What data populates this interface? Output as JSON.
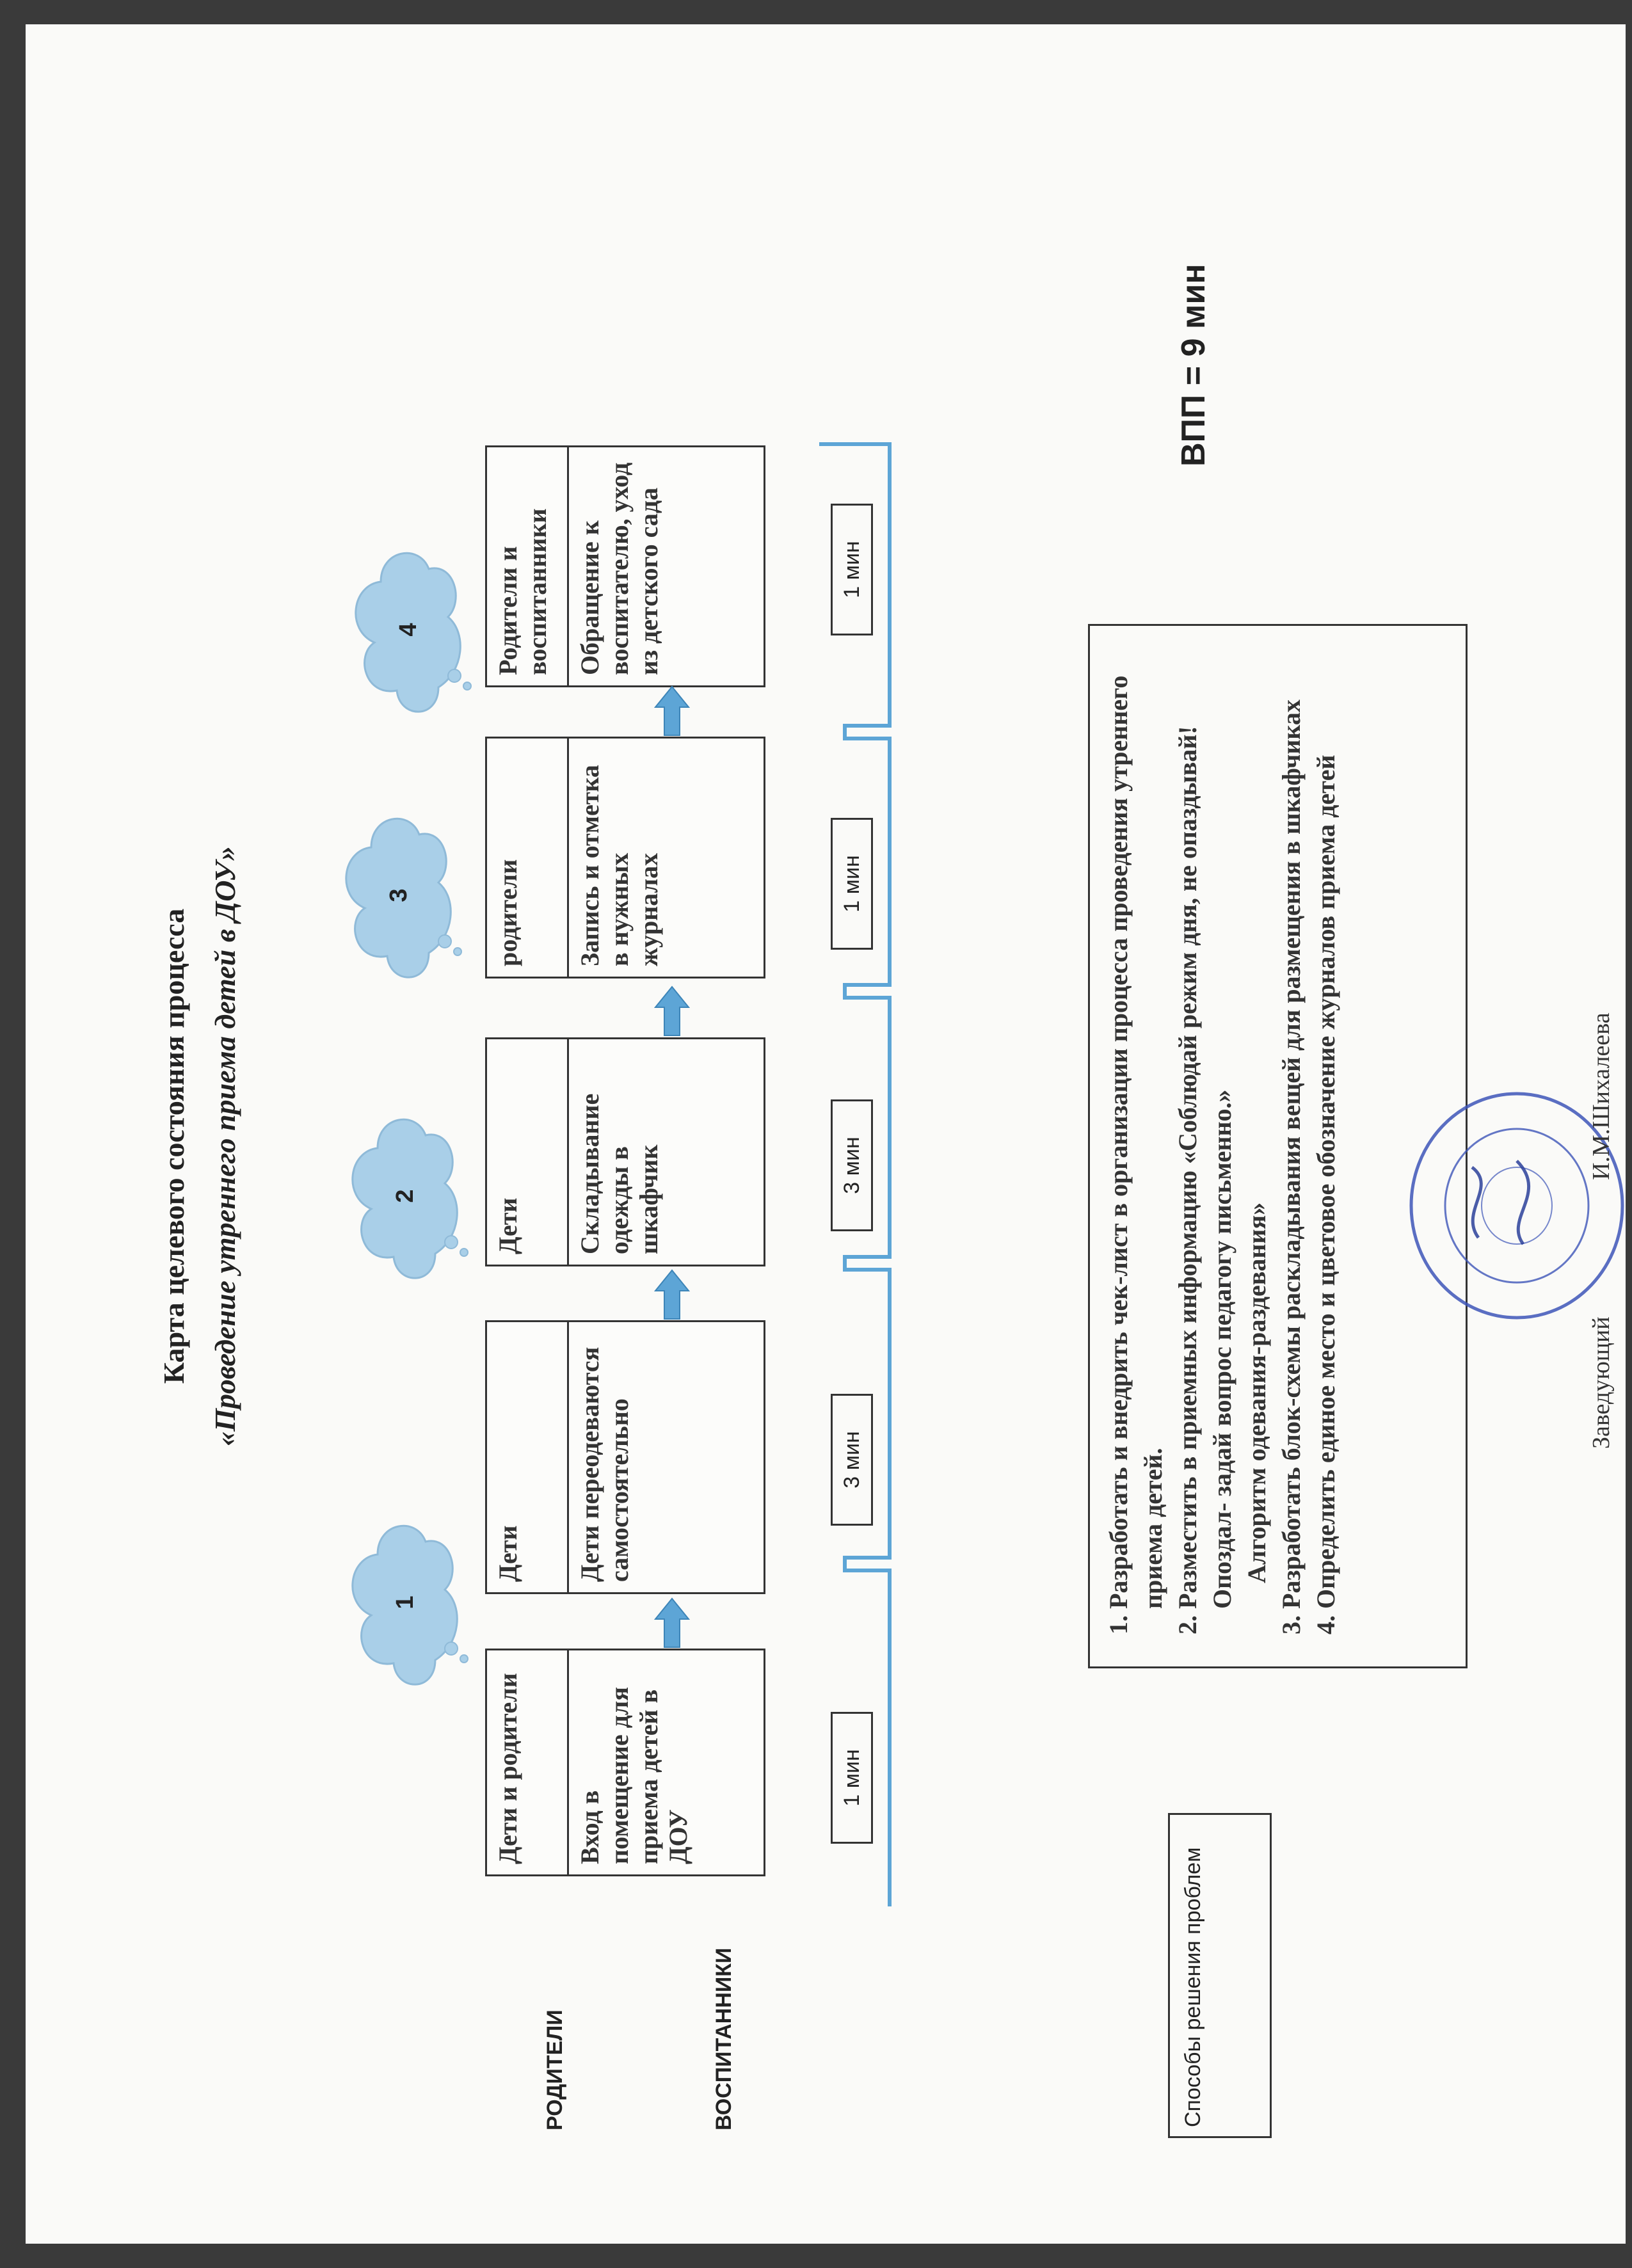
{
  "title_line1": "Карта целевого состояния процесса",
  "title_line2": "«Проведение утреннего приема детей в ДОУ»",
  "row_labels": {
    "top": "РОДИТЕЛИ",
    "bottom": "ВОСПИТАННИКИ"
  },
  "steps": [
    {
      "header": "Дети и родители",
      "body": "Вход в помещение для приема детей в ДОУ"
    },
    {
      "header": "Дети",
      "body": "Дети переодеваются самостоятельно"
    },
    {
      "header": "Дети",
      "body": "Складывание одежды в шкафчик"
    },
    {
      "header": "родители",
      "body": "Запись и отметка в нужных журналах"
    },
    {
      "header": "Родители и воспитанники",
      "body": "Обращение к воспитателю, уход из детского сада"
    }
  ],
  "clouds": [
    "1",
    "2",
    "3",
    "4"
  ],
  "times": [
    "1 мин",
    "3 мин",
    "3 мин",
    "1 мин",
    "1 мин"
  ],
  "problem_label": "Способы решения проблем",
  "solutions": {
    "item1": "Разработать и внедрить чек-лист в организации процесса проведения утреннего приема детей.",
    "item2": "Разместить в приемных информацию «Соблюдай режим дня, не опаздывай!",
    "item2_sub1": "Опоздал- задай вопрос педагогу письменно.»",
    "item2_sub2": "Алгоритм одевания-раздевания»",
    "item3": "Разработать блок-схемы раскладывания вещей для размещения в шкафчиках",
    "item4": "Определить единое место и цветовое обозначение журналов приема детей"
  },
  "vpp": "ВПП    = 9 мин",
  "signature": {
    "role": "Заведующий",
    "name": "И.М.Шихалеева"
  },
  "colors": {
    "accent": "#5da5d6",
    "cloud": "#a9cfe8",
    "ink": "#333333",
    "stamp": "#3d55b8"
  }
}
